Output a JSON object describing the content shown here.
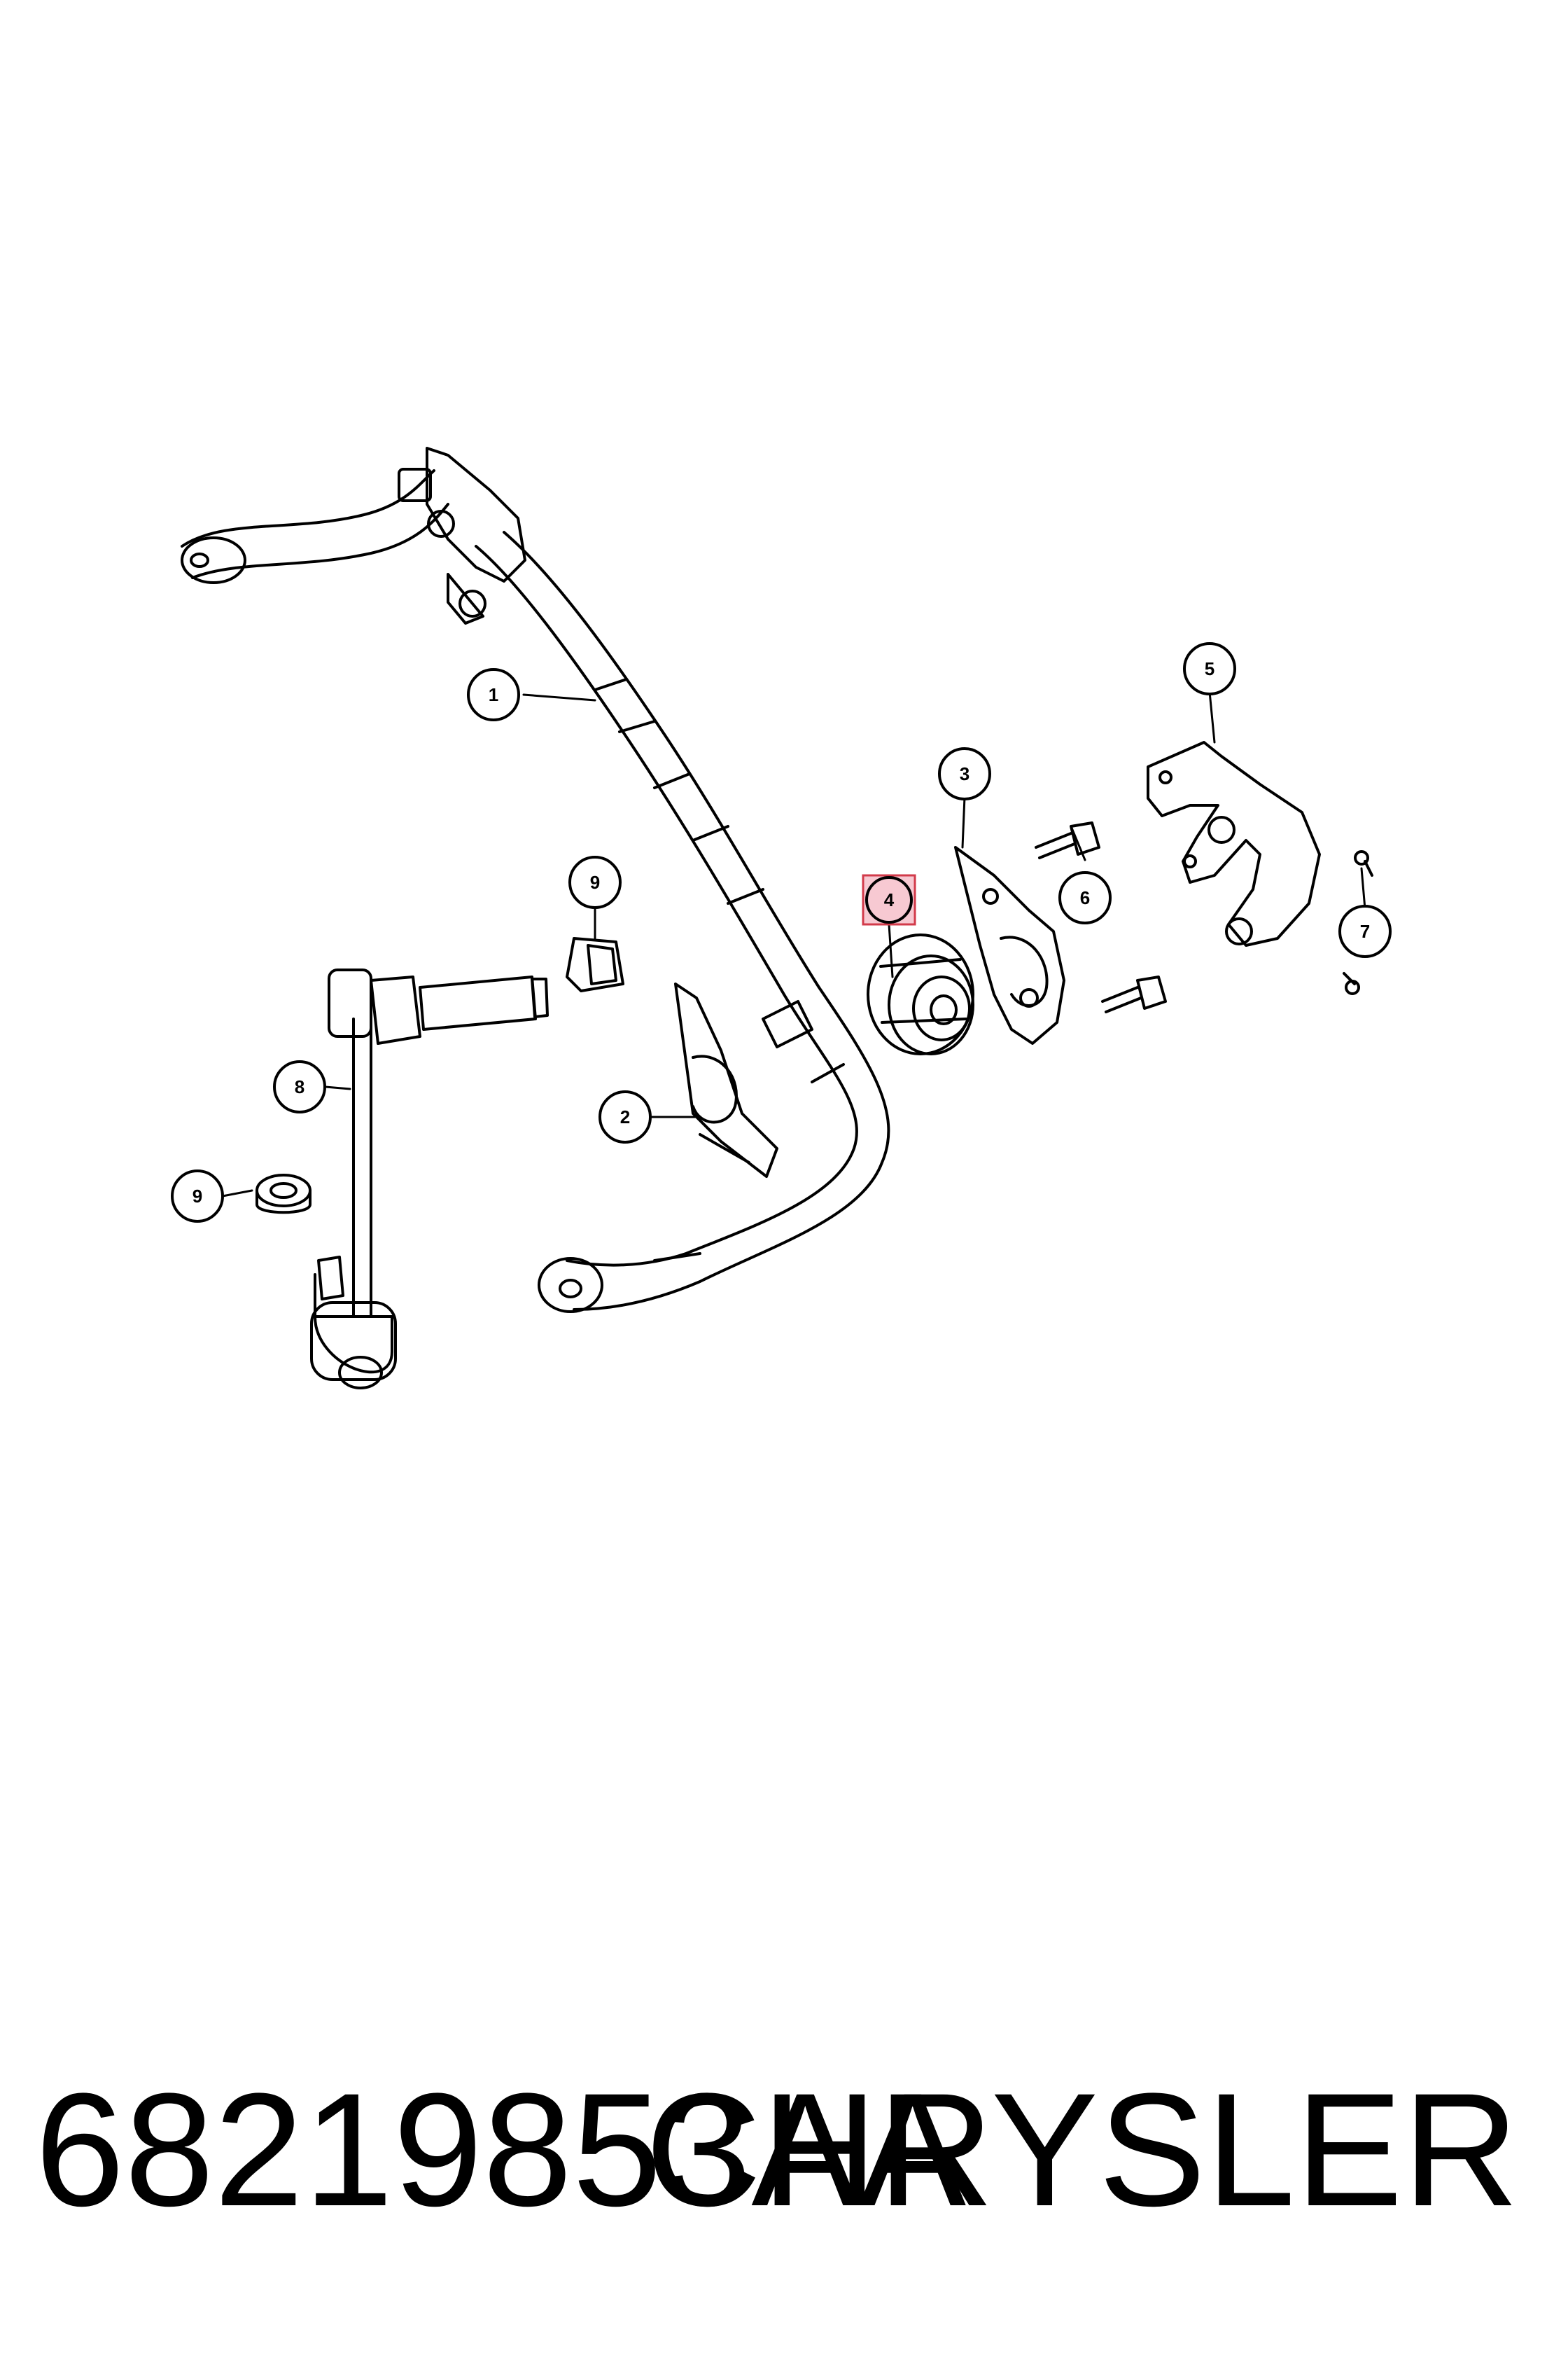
{
  "callouts": {
    "c1": "1",
    "c2": "2",
    "c3": "3",
    "c4": "4",
    "c5": "5",
    "c6": "6",
    "c7": "7",
    "c8": "8",
    "c9a": "9",
    "c9b": "9"
  },
  "highlighted_callout": "4",
  "colors": {
    "line": "#000000",
    "highlight_fill": "#f7c9d2",
    "highlight_stroke": "#d23a4a"
  },
  "footer": {
    "part_number": "68219853AA",
    "brand": "CHRYSLER"
  }
}
